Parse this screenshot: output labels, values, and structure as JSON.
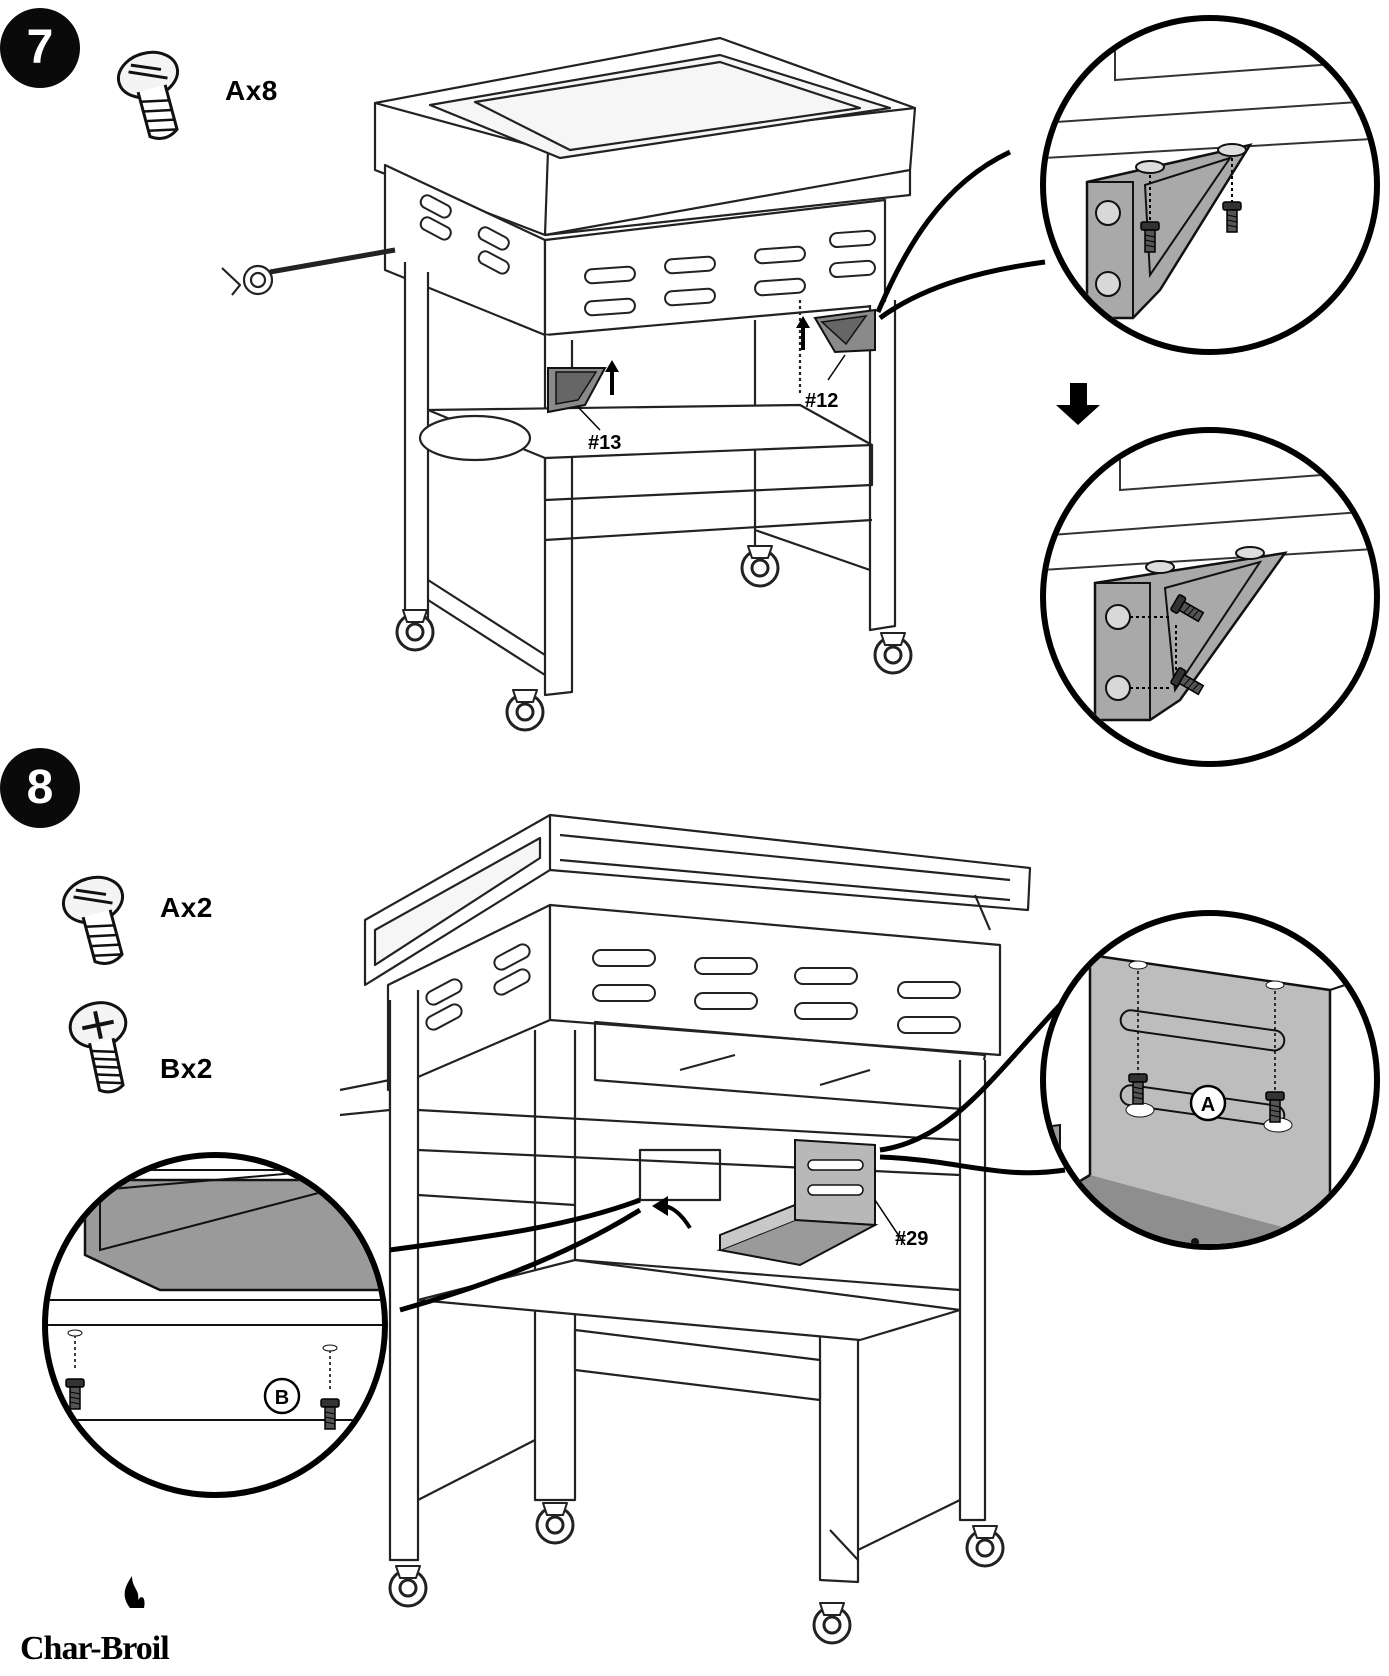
{
  "steps": [
    {
      "number": "7",
      "hardware": [
        {
          "label": "Ax8",
          "icon": "screw-icon"
        }
      ],
      "parts": [
        "#13",
        "#12"
      ]
    },
    {
      "number": "8",
      "hardware": [
        {
          "label": "Ax2",
          "icon": "screw-icon"
        },
        {
          "label": "Bx2",
          "icon": "screw-icon"
        }
      ],
      "parts": [
        "#29"
      ],
      "callout_letters": [
        "A",
        "B"
      ]
    }
  ],
  "brand": {
    "logo_text": "Char-Broil"
  }
}
